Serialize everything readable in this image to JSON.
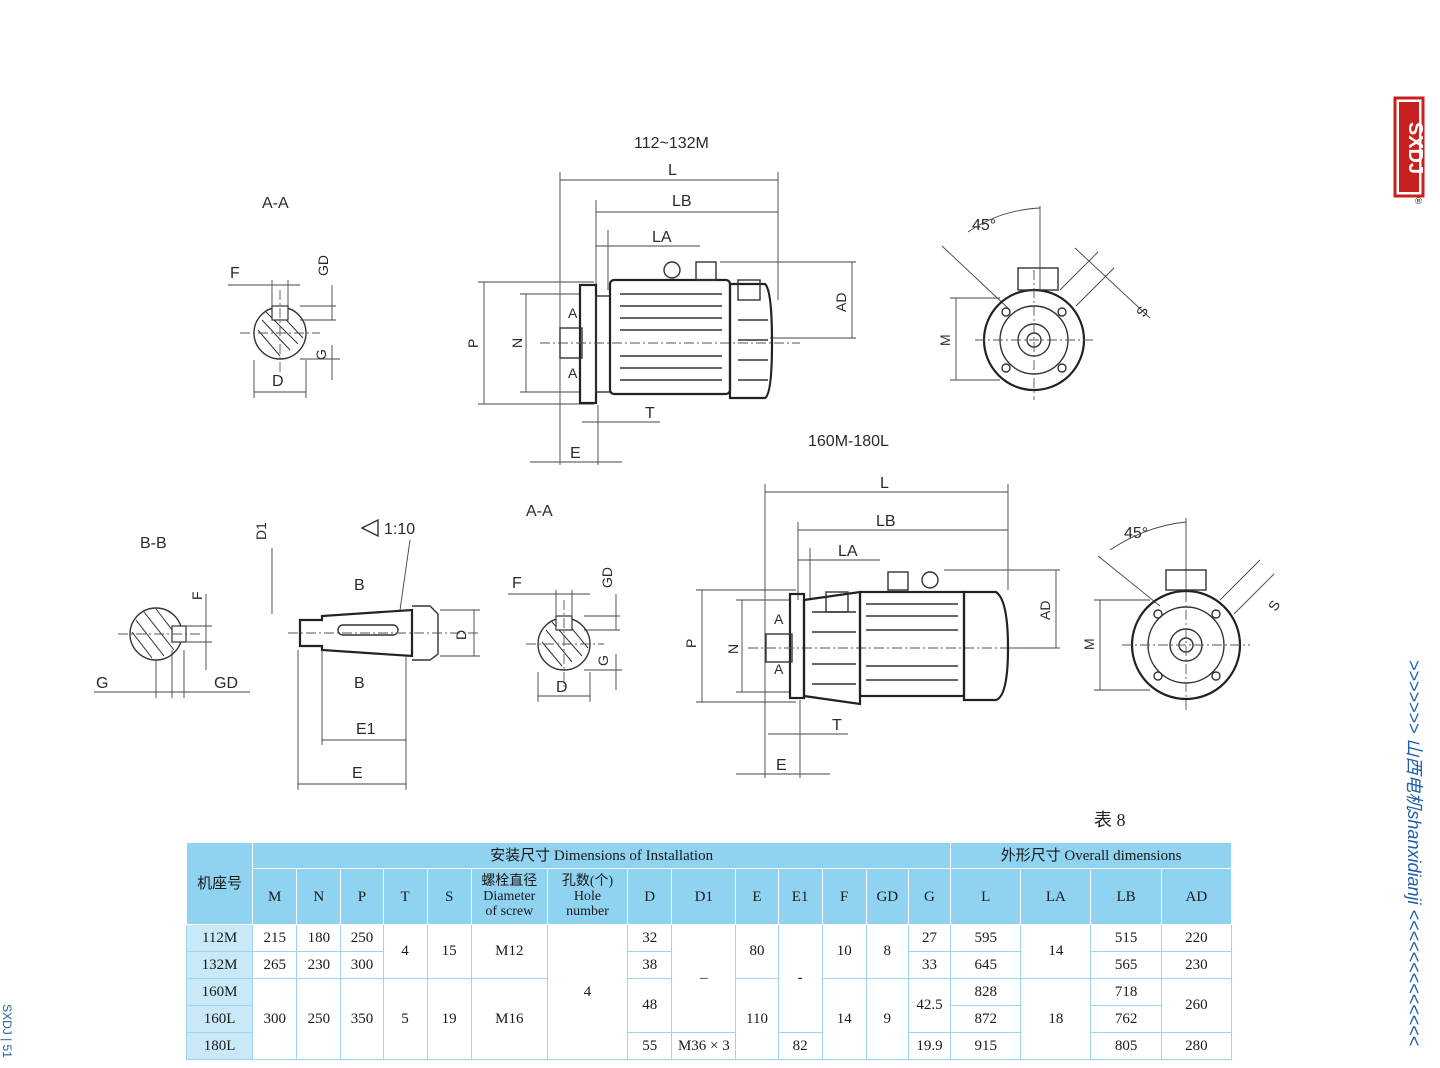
{
  "drawing_labels": {
    "top_view_a": {
      "section": "A-A",
      "F": "F",
      "GD": "GD",
      "G": "G",
      "D": "D"
    },
    "top_motor": {
      "title": "112~132M",
      "L": "L",
      "LB": "LB",
      "LA": "LA",
      "AD": "AD",
      "P": "P",
      "N": "N",
      "A1": "A",
      "A2": "A",
      "T": "T",
      "E": "E"
    },
    "top_end": {
      "angle": "45°",
      "M": "M",
      "S": "S"
    },
    "mid_title": "160M-180L",
    "section_bb": {
      "section": "B-B",
      "F": "F",
      "G": "G",
      "GD": "GD"
    },
    "shaft": {
      "D1": "D1",
      "taper": "1:10",
      "B1": "B",
      "B2": "B",
      "D": "D",
      "E1": "E1",
      "E": "E"
    },
    "bottom_view_a": {
      "section": "A-A",
      "F": "F",
      "GD": "GD",
      "G": "G",
      "D": "D"
    },
    "bottom_motor": {
      "L": "L",
      "LB": "LB",
      "LA": "LA",
      "AD": "AD",
      "P": "P",
      "N": "N",
      "A1": "A",
      "A2": "A",
      "T": "T",
      "E": "E"
    },
    "bottom_end": {
      "angle": "45°",
      "M": "M",
      "S": "S"
    }
  },
  "table": {
    "caption": "表 8",
    "header_frame": "机座号",
    "header_install": "安装尺寸 Dimensions of Installation",
    "header_overall": "外形尺寸 Overall dimensions",
    "cols_install": [
      "M",
      "N",
      "P",
      "T",
      "S"
    ],
    "screw_cn": "螺栓直径",
    "screw_en1": "Diameter",
    "screw_en2": "of screw",
    "hole_cn": "孔数(个)",
    "hole_en1": "Hole",
    "hole_en2": "number",
    "cols_install2": [
      "D",
      "D1",
      "E",
      "E1",
      "F",
      "GD",
      "G"
    ],
    "cols_overall": [
      "L",
      "LA",
      "LB",
      "AD"
    ],
    "rows": {
      "frames": [
        "112M",
        "132M",
        "160M",
        "160L",
        "180L"
      ],
      "M": [
        "215",
        "265",
        "300"
      ],
      "N": [
        "180",
        "230",
        "250"
      ],
      "P": [
        "250",
        "300",
        "350"
      ],
      "T": [
        "4",
        "5"
      ],
      "S": [
        "15",
        "19"
      ],
      "screw": [
        "M12",
        "M16"
      ],
      "holes": "4",
      "D": [
        "32",
        "38",
        "48",
        "55"
      ],
      "D1": [
        "–",
        "M36 × 3"
      ],
      "E": [
        "80",
        "110"
      ],
      "E1": [
        "-",
        "82"
      ],
      "F": [
        "10",
        "14"
      ],
      "GD": [
        "8",
        "9"
      ],
      "G": [
        "27",
        "33",
        "42.5",
        "19.9"
      ],
      "L": [
        "595",
        "645",
        "828",
        "872",
        "915"
      ],
      "LA": [
        "14",
        "18"
      ],
      "LB": [
        "515",
        "565",
        "718",
        "762",
        "805"
      ],
      "AD": [
        "220",
        "230",
        "260",
        "280"
      ]
    }
  },
  "side_title": ">>>>>>> 山西电机shanxidianji <<<<<<<<<<<<<",
  "logo_text": "SXDJ",
  "logo_reg": "®",
  "page_footer": "SXDJ | 51",
  "colors": {
    "header_blue": "#8fd3f1",
    "row_blue": "#c9e9f8",
    "brand_red": "#c8201f",
    "brand_blue": "#1f5fa8"
  }
}
